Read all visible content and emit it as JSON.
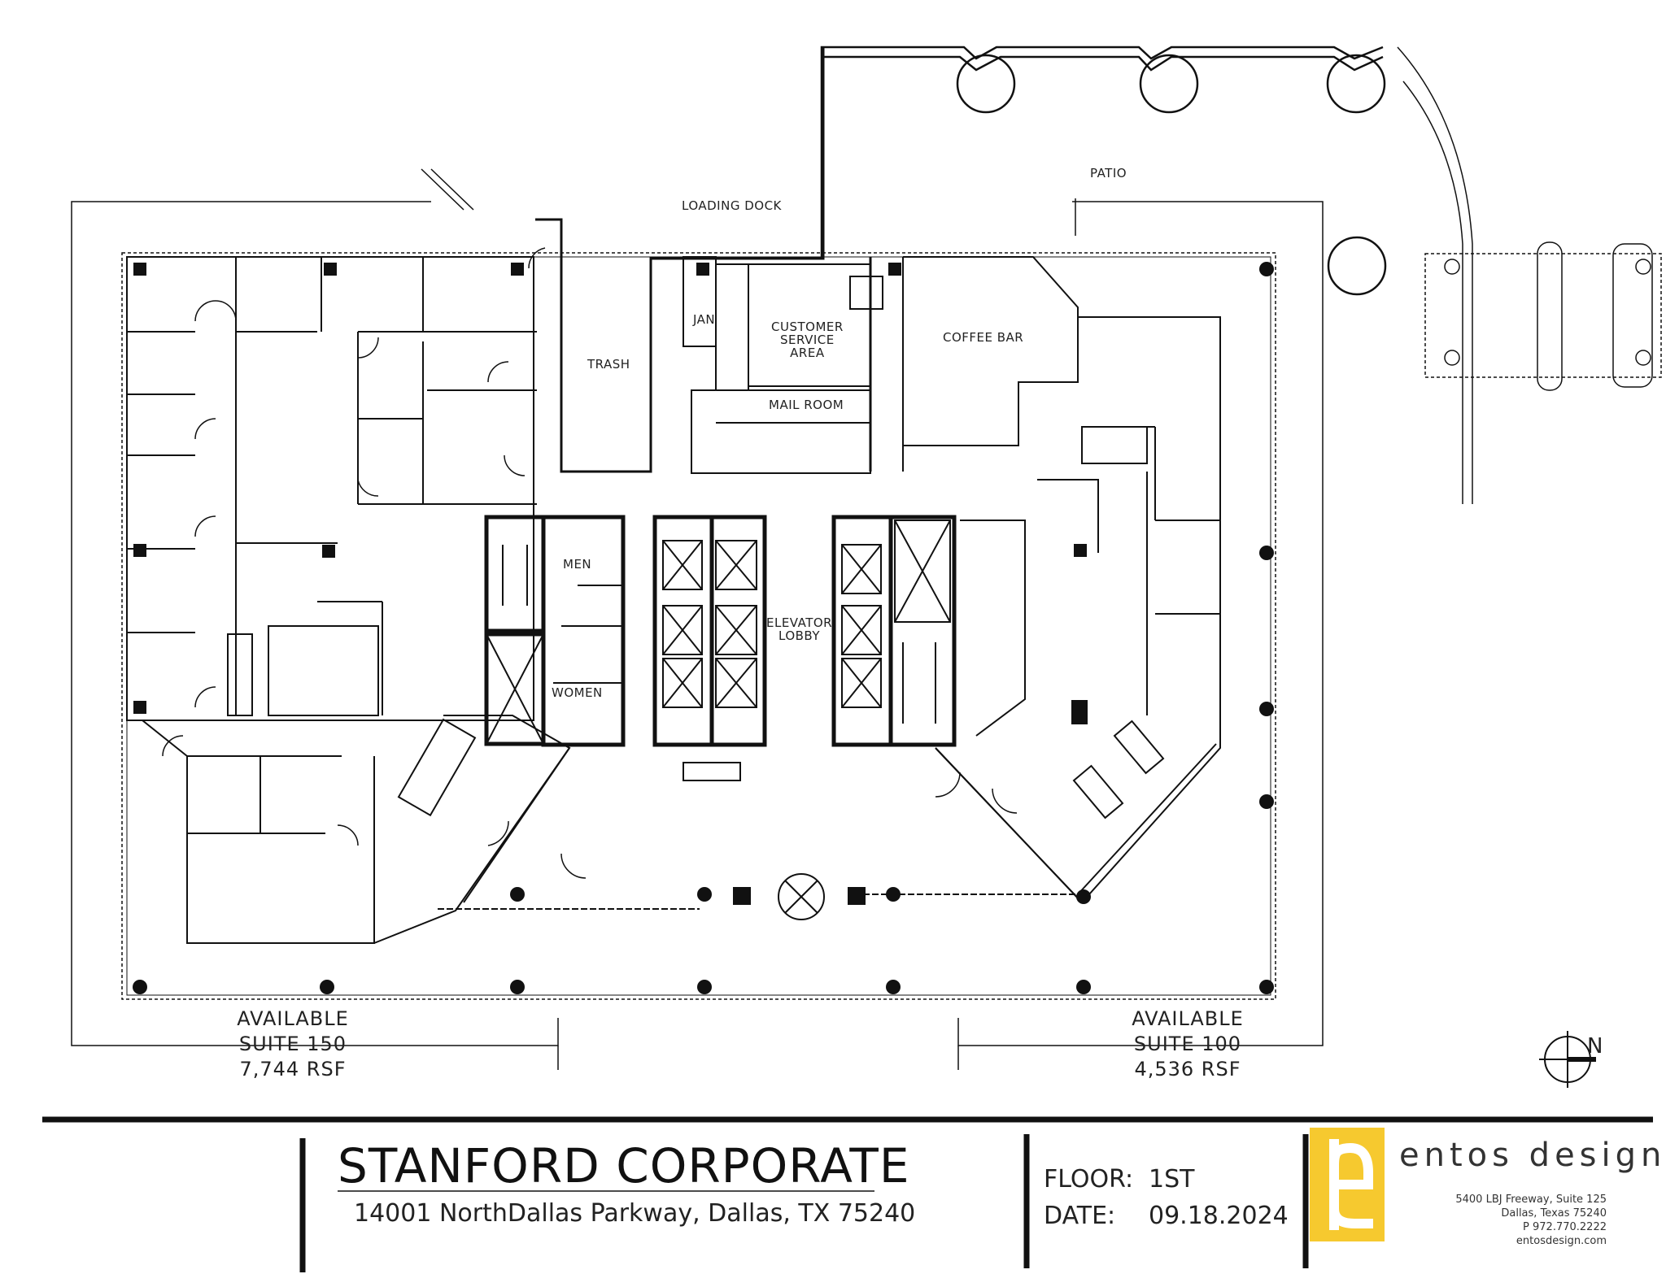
{
  "colors": {
    "line": "#111111",
    "logo_yellow": "#F6C92F",
    "background": "#ffffff"
  },
  "rooms": {
    "loading_dock": "LOADING DOCK",
    "patio": "PATIO",
    "trash": "TRASH",
    "jan": "JAN",
    "customer_service": [
      "CUSTOMER",
      "SERVICE",
      "AREA"
    ],
    "mail_room": "MAIL ROOM",
    "coffee_bar": "COFFEE BAR",
    "men": "MEN",
    "women": "WOMEN",
    "elevator_lobby": [
      "ELEVATOR",
      "LOBBY"
    ]
  },
  "suites": [
    {
      "status": "AVAILABLE",
      "name": "SUITE 150",
      "area": "7,744 RSF"
    },
    {
      "status": "AVAILABLE",
      "name": "SUITE 100",
      "area": "4,536 RSF"
    }
  ],
  "compass": {
    "label": "N"
  },
  "title_block": {
    "title": "STANFORD CORPORATE",
    "address": "14001 NorthDallas Parkway, Dallas, TX 75240",
    "floor_label": "FLOOR:",
    "floor_value": "1ST",
    "date_label": "DATE:",
    "date_value": "09.18.2024"
  },
  "firm": {
    "name": "entos design",
    "address1": "5400 LBJ Freeway, Suite 125",
    "address2": "Dallas, Texas 75240",
    "phone": "P 972.770.2222",
    "web": "entosdesign.com",
    "logo_icon": "entos-e-logo-icon"
  }
}
